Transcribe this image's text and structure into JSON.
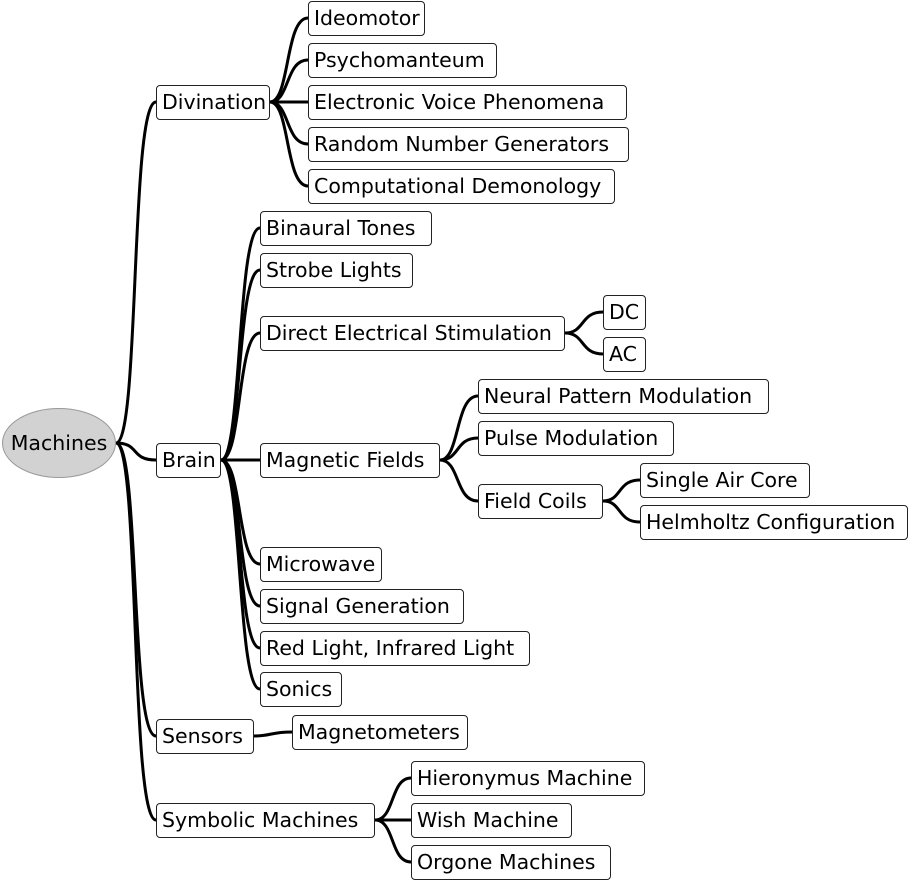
{
  "mindmap": {
    "root": "Machines",
    "children": [
      {
        "label": "Divination",
        "children": [
          {
            "label": "Ideomotor"
          },
          {
            "label": "Psychomanteum"
          },
          {
            "label": "Electronic Voice Phenomena"
          },
          {
            "label": "Random Number Generators"
          },
          {
            "label": "Computational Demonology"
          }
        ]
      },
      {
        "label": "Brain",
        "children": [
          {
            "label": "Binaural Tones"
          },
          {
            "label": "Strobe Lights"
          },
          {
            "label": "Direct Electrical Stimulation",
            "children": [
              {
                "label": "DC"
              },
              {
                "label": "AC"
              }
            ]
          },
          {
            "label": "Magnetic Fields",
            "children": [
              {
                "label": "Neural Pattern Modulation"
              },
              {
                "label": "Pulse Modulation"
              },
              {
                "label": "Field Coils",
                "children": [
                  {
                    "label": "Single Air Core"
                  },
                  {
                    "label": "Helmholtz Configuration"
                  }
                ]
              }
            ]
          },
          {
            "label": "Microwave"
          },
          {
            "label": "Signal Generation"
          },
          {
            "label": "Red Light, Infrared Light"
          },
          {
            "label": "Sonics"
          }
        ]
      },
      {
        "label": "Sensors",
        "children": [
          {
            "label": "Magnetometers"
          }
        ]
      },
      {
        "label": "Symbolic Machines",
        "children": [
          {
            "label": "Hieronymus Machine"
          },
          {
            "label": "Wish Machine"
          },
          {
            "label": "Orgone Machines"
          }
        ]
      }
    ]
  }
}
